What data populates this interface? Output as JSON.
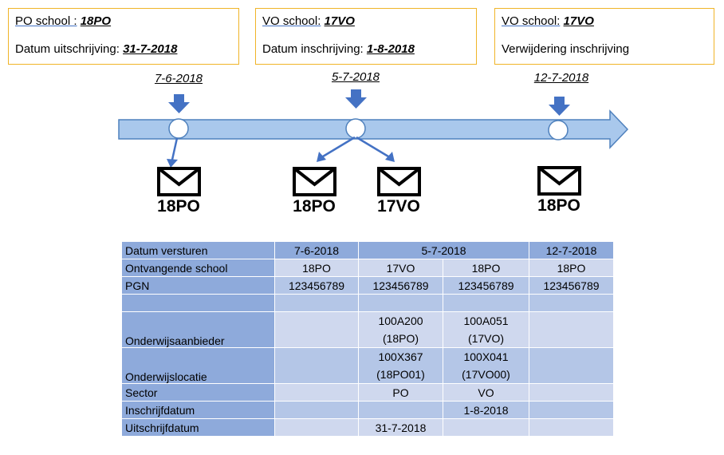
{
  "boxes": [
    {
      "school_label": "PO school :",
      "school_value": "18PO",
      "line2_label": "Datum uitschrijving:",
      "line2_value": "31-7-2018"
    },
    {
      "school_label": "VO school:",
      "school_value": "17VO",
      "line2_label": "Datum inschrijving:",
      "line2_value": "1-8-2018"
    },
    {
      "school_label": "VO school:",
      "school_value": "17VO",
      "line2_text": "Verwijdering inschrijving"
    }
  ],
  "timeline": {
    "dates": [
      "7-6-2018",
      "5-7-2018",
      "12-7-2018"
    ],
    "messages": [
      "18PO",
      "18PO",
      "17VO",
      "18PO"
    ],
    "colors": {
      "arrow_fill": "#a9c8ec",
      "arrow_stroke": "#4f81bd",
      "pointer": "#4472c4",
      "box_border": "#f0b428"
    }
  },
  "table": {
    "rows": [
      {
        "label": "Datum versturen",
        "c1": "7-6-2018",
        "c23": "5-7-2018",
        "c4": "12-7-2018"
      },
      {
        "label": "Ontvangende school",
        "c1": "18PO",
        "c2": "17VO",
        "c3": "18PO",
        "c4": "18PO"
      },
      {
        "label": "PGN",
        "c1": "123456789",
        "c2": "123456789",
        "c3": "123456789",
        "c4": "123456789"
      },
      {
        "label": "",
        "c1": "",
        "c2": "",
        "c3": "",
        "c4": ""
      },
      {
        "label": "Onderwijsaanbieder",
        "c1": "",
        "c2a": "100A200",
        "c2b": "(18PO)",
        "c3a": "100A051",
        "c3b": "(17VO)",
        "c4": ""
      },
      {
        "label": "Onderwijslocatie",
        "c1": "",
        "c2a": "100X367",
        "c2b": "(18PO01)",
        "c3a": "100X041",
        "c3b": "(17VO00)",
        "c4": ""
      },
      {
        "label": "Sector",
        "c1": "",
        "c2": "PO",
        "c3": "VO",
        "c4": ""
      },
      {
        "label": "Inschrijfdatum",
        "c1": "",
        "c2": "",
        "c3": "1-8-2018",
        "c4": ""
      },
      {
        "label": "Uitschrijfdatum",
        "c1": "",
        "c2": "31-7-2018",
        "c3": "",
        "c4": ""
      }
    ]
  }
}
